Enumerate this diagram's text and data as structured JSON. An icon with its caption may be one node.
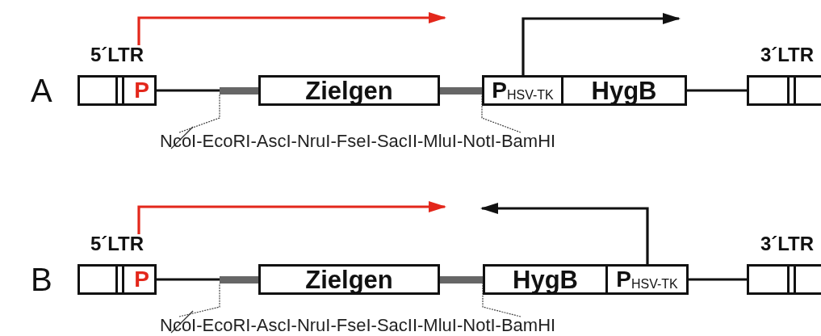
{
  "diagram": {
    "nodes": [
      {
        "text": [
          "5´LTR",
          "P"
        ]
      },
      {
        "text": [],
        "shape": "bar"
      },
      {
        "text": [
          "Zielgen"
        ]
      },
      {
        "text": [],
        "shape": "bar"
      },
      {
        "text": [
          "P$_{HSV-TK}$"
        ]
      },
      {
        "text": [
          "HygB"
        ]
      },
      {
        "text": [
          "3´LTR"
        ]
      },
      {
        "text": [
          "NcoI-EcoRI-AscI-NruI-FseI-SacII-MluI-NotI-BamHI"
        ]
      },
      {
        "text": [
          "5´LTR",
          "P"
        ]
      },
      {
        "text": [],
        "shape": "bar"
      },
      {
        "text": [
          "Zielgen"
        ]
      },
      {
        "text": [],
        "shape": "bar"
      },
      {
        "text": [
          "HygB"
        ]
      },
      {
        "text": [
          "P$_{HSV-TK}$"
        ]
      },
      {
        "text": [
          "3´LTR"
        ]
      },
      {
        "text": [
          "NcoI-EcoRI-AscI-NruI-FseI-SacII-MluI-NotI-BamHI"
        ]
      }
    ],
    "edges": [
      {
        "from": 0,
        "to": 1,
        "arrow": "none"
      },
      {
        "from": 5,
        "to": 6,
        "arrow": "none"
      },
      {
        "from": 0,
        "to": null,
        "arrow": "to",
        "color": "#e3271b"
      },
      {
        "from": 4,
        "to": null,
        "arrow": "to"
      },
      {
        "from": 7,
        "to": 1,
        "arrow": "none",
        "style": "dashed"
      },
      {
        "from": 7,
        "to": 3,
        "arrow": "none",
        "style": "dashed"
      },
      {
        "from": 8,
        "to": 9,
        "arrow": "none"
      },
      {
        "from": 13,
        "to": 14,
        "arrow": "none"
      },
      {
        "from": 8,
        "to": null,
        "arrow": "to",
        "color": "#e3271b"
      },
      {
        "from": 13,
        "to": null,
        "arrow": "to"
      },
      {
        "from": 15,
        "to": 9,
        "arrow": "none",
        "style": "dashed"
      },
      {
        "from": 15,
        "to": 11,
        "arrow": "none",
        "style": "dashed"
      }
    ],
    "labels": [
      "A",
      "B"
    ]
  }
}
